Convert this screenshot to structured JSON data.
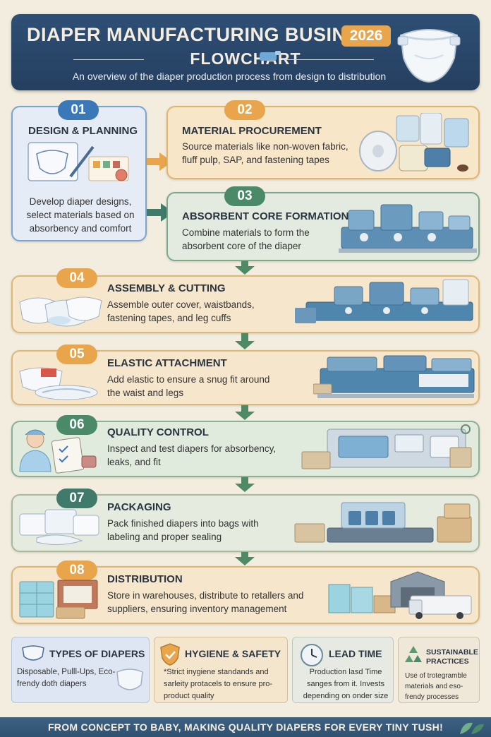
{
  "header": {
    "title_line1": "DIAPER MANUFACTURING BUSINESS",
    "year": "2026",
    "title_line2": "FLOWCHART",
    "subtitle": "An overview of the diaper production process from design to distribution"
  },
  "steps": [
    {
      "number": "01",
      "title": "DESIGN & PLANNING",
      "description": "Develop diaper designs, select materials based on absorbency and comfort",
      "color": "#3b78b8"
    },
    {
      "number": "02",
      "title": "MATERIAL PROCUREMENT",
      "description": "Source materials like non-woven fabric, fluff pulp, SAP, and fastening tapes",
      "color": "#e8a54c"
    },
    {
      "number": "03",
      "title": "ABSORBENT CORE FORMATION",
      "description": "Combine materials to form the absorbent core of the diaper",
      "color": "#4a8a68"
    },
    {
      "number": "04",
      "title": "ASSEMBLY & CUTTING",
      "description": "Assemble outer cover, waistbands, fastening tapes, and leg cuffs",
      "color": "#e8a54c"
    },
    {
      "number": "05",
      "title": "ELASTIC ATTACHMENT",
      "description": "Add elastic to ensure a snug fit around the waist and legs",
      "color": "#e8a54c"
    },
    {
      "number": "06",
      "title": "QUALITY CONTROL",
      "description": "Inspect and test diapers for absorbency, leaks, and fit",
      "color": "#4a8a68"
    },
    {
      "number": "07",
      "title": "PACKAGING",
      "description": "Pack finished diapers into bags with labeling and proper sealing",
      "color": "#3f7a6a"
    },
    {
      "number": "08",
      "title": "DISTRIBUTION",
      "description": "Store in warehouses, distribute to retallers and suppliers, ensuring inventory management",
      "color": "#e8a54c"
    }
  ],
  "info": [
    {
      "title": "TYPES OF DIAPERS",
      "text": "Disposable, Pulll-Ups, Eco-frendy doth diapers"
    },
    {
      "title": "HYGIENE & SAFETY",
      "text": "*Strict inygiene standands and sarleity protacels to ensure pro-product quality"
    },
    {
      "title": "LEAD TIME",
      "text": "Production lasd Time sanges from it. Invests depending on onder size"
    },
    {
      "title": "SUSTAINABLE PRACTICES",
      "text": "Use of trotegramble materials and eso-frendy processes"
    }
  ],
  "footer": {
    "tagline": "FROM CONCEPT TO BABY, MAKING QUALITY DIAPERS FOR EVERY TINY TUSH!"
  },
  "colors": {
    "navy": "#2e4f74",
    "orange": "#e8a54c",
    "green": "#4a8a68",
    "blue": "#3b78b8",
    "cream": "#f3eddf"
  }
}
